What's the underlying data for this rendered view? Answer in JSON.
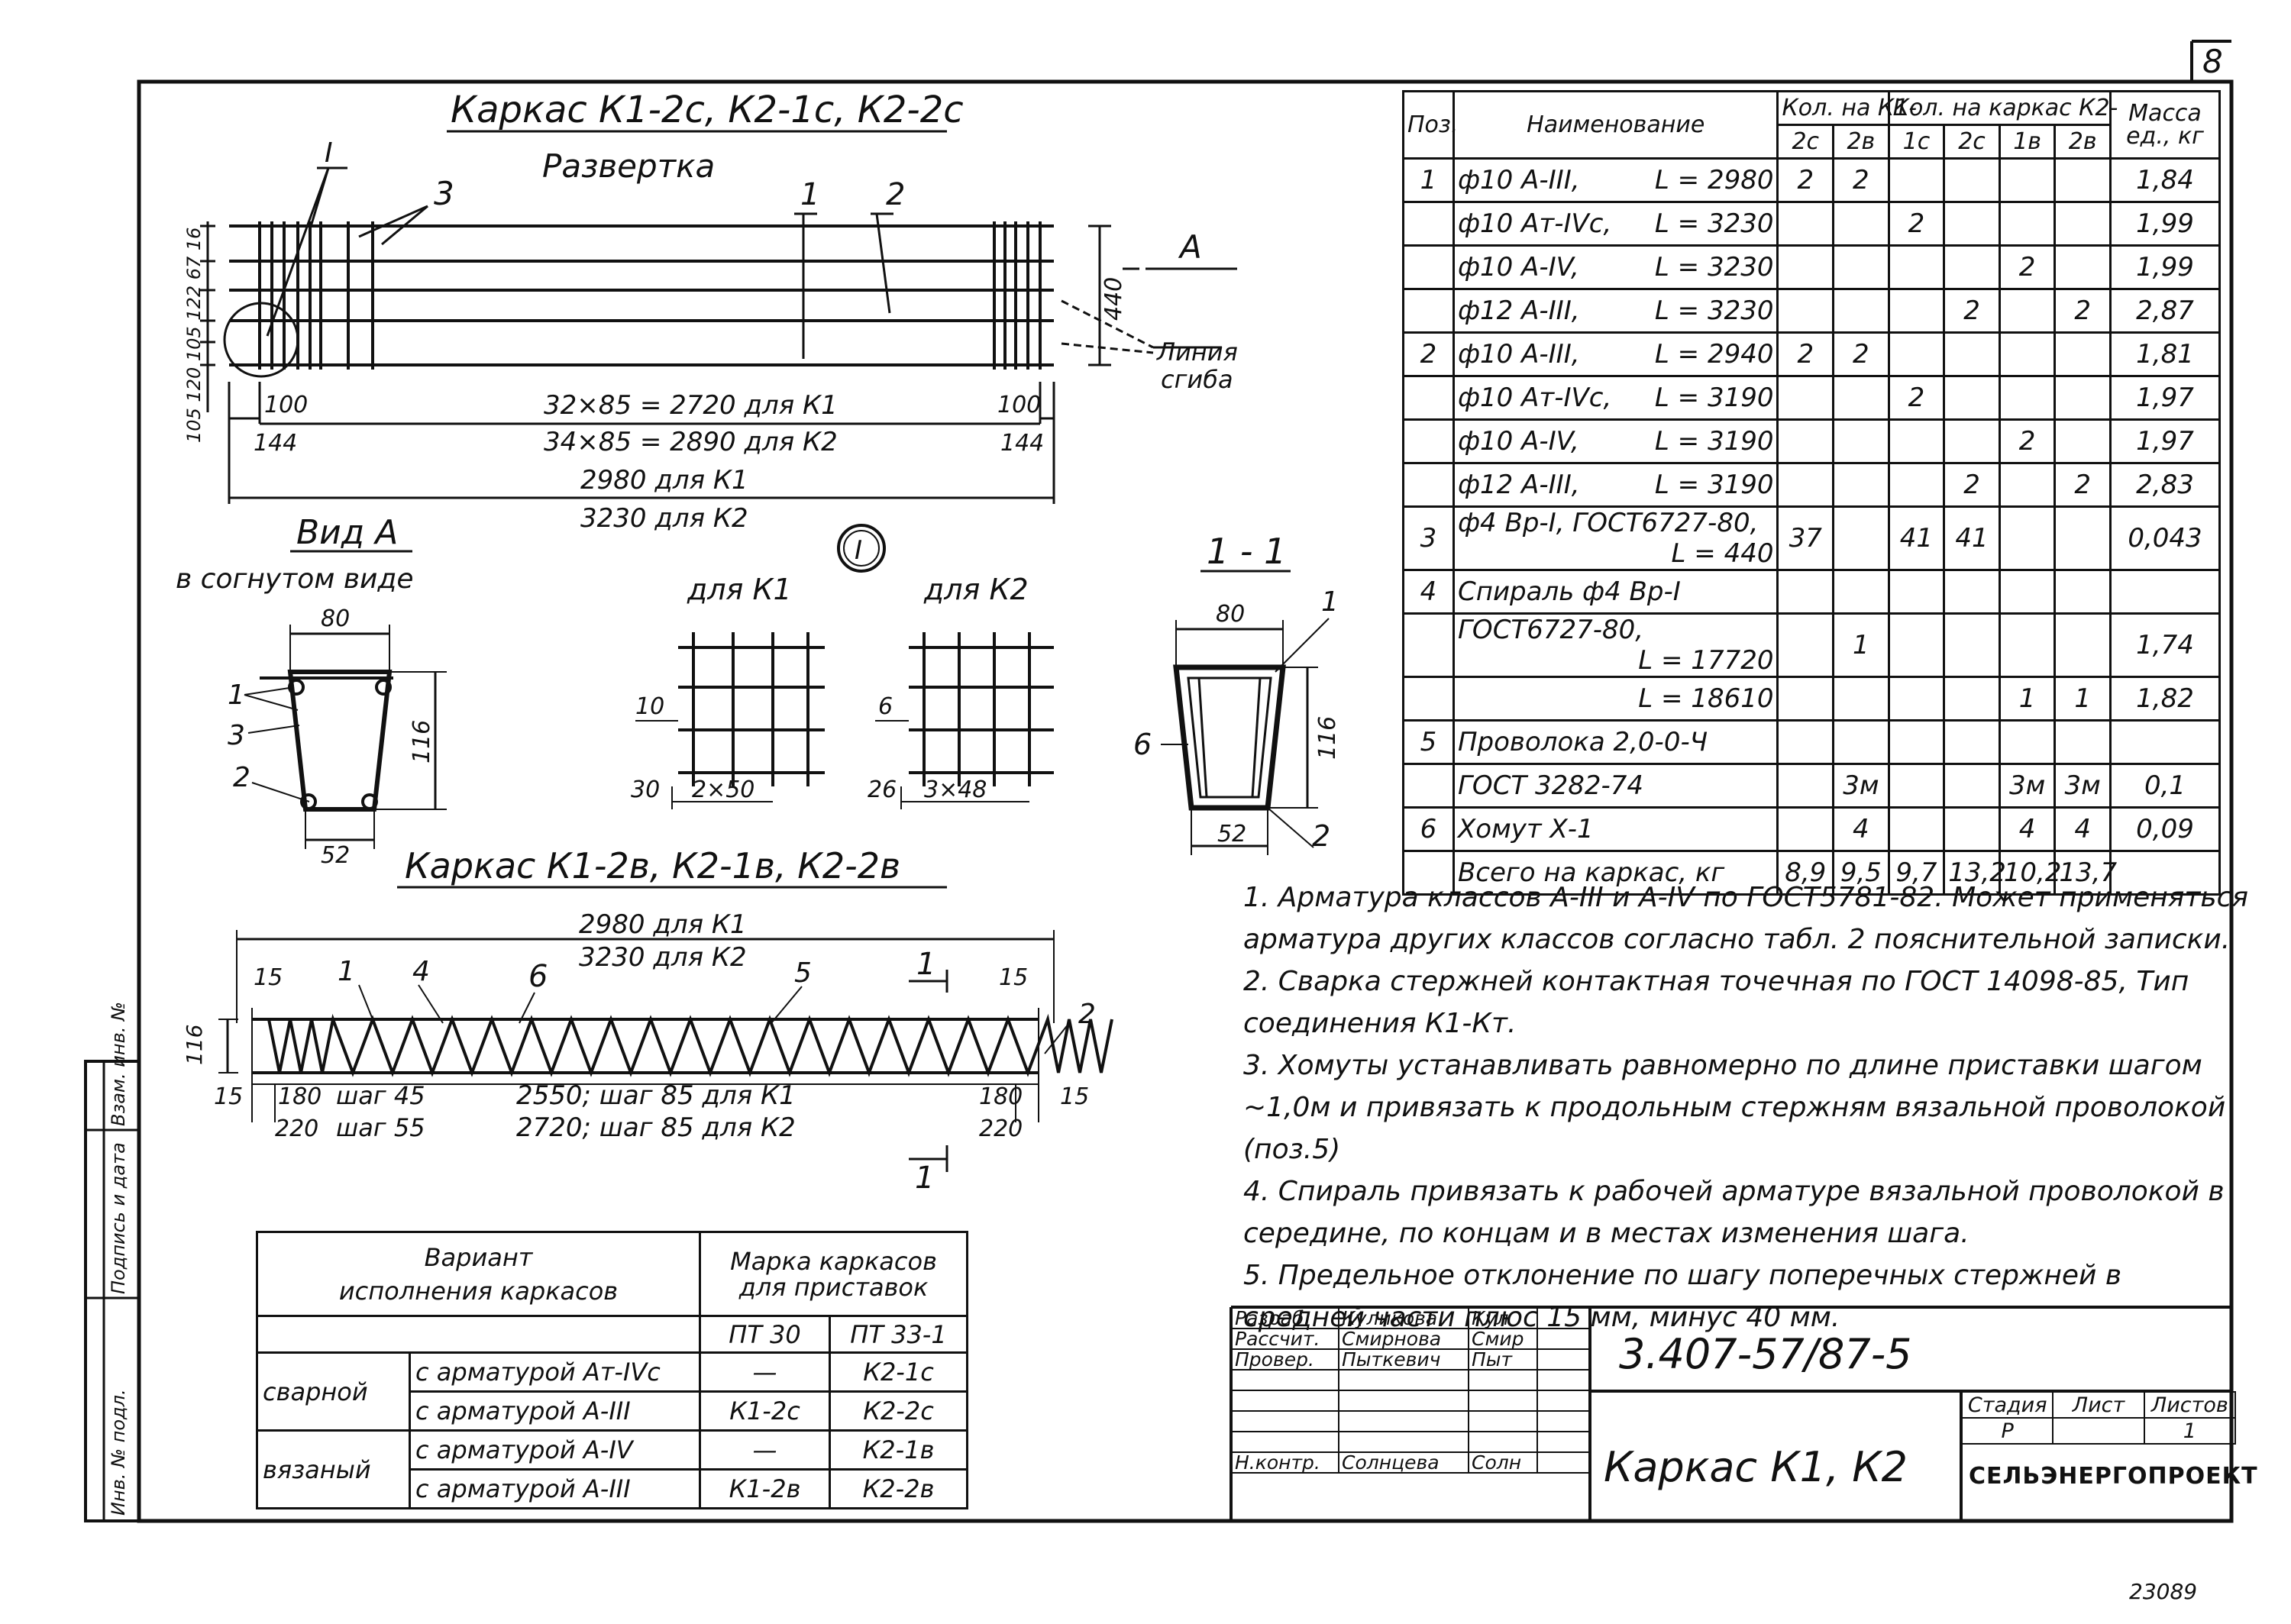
{
  "sheet": {
    "page_number": "8",
    "archive_number": "23089",
    "side_stamp": [
      "Инв. № подл.",
      "Подпись и дата",
      "Взам. инв. №"
    ]
  },
  "drawing1": {
    "title": "Каркас К1-2с, К2-1с, К2-2с",
    "subtitle": "Развертка",
    "callout_I": "I",
    "pos_3": "3",
    "pos_1": "1",
    "pos_2": "2",
    "section_A": "А",
    "bend_line": [
      "Линия",
      "сгиба"
    ],
    "dim_left": "105 120 105 122 67 16",
    "dim_440": "440",
    "dim_100_left": "100",
    "dim_100_right": "100",
    "dim_144_left": "144",
    "dim_144_right": "144",
    "dim_k1_pitch": "32×85 = 2720 для К1",
    "dim_k2_pitch": "34×85 = 2890 для К2",
    "dim_k1_len": "2980 для К1",
    "dim_k2_len": "3230 для К2"
  },
  "viewA": {
    "title": "Вид А",
    "subtitle": "в согнутом виде",
    "dim_80": "80",
    "dim_116": "116",
    "dim_52": "52",
    "pos_1": "1",
    "pos_3": "3",
    "pos_2": "2"
  },
  "detail_I": {
    "callout": "I",
    "for_k1": "для К1",
    "for_k2": "для К2",
    "k1_dim_10": "10",
    "k1_dim_30": "30",
    "k1_dim_2x50": "2×50",
    "k2_dim_6": "6",
    "k2_dim_26": "26",
    "k2_dim_3x48": "3×48"
  },
  "section11": {
    "title": "1 - 1",
    "dim_80": "80",
    "dim_116": "116",
    "dim_52": "52",
    "pos_1": "1",
    "pos_6": "6",
    "pos_2": "2"
  },
  "drawing2": {
    "title": "Каркас К1-2в, К2-1в, К2-2в",
    "dim_k1_len": "2980 для К1",
    "dim_k2_len": "3230 для К2",
    "dim_15_tl": "15",
    "dim_15_tr": "15",
    "pos_1": "1",
    "pos_4": "4",
    "pos_6": "6",
    "pos_5": "5",
    "pos_2": "2",
    "sec_1": "1",
    "sec_1b": "1",
    "dim_116": "116",
    "dim_15_bl": "15",
    "dim_15_br": "15",
    "dim_180_l": "180",
    "dim_220_l": "220",
    "dim_180_r": "180",
    "dim_220_r": "220",
    "step45": "шаг 45",
    "step55": "шаг 55",
    "k1_mid": "2550; шаг 85    для К1",
    "k2_mid": "2720; шаг 85    для К2"
  },
  "spec_table": {
    "h_pos": "Поз.",
    "h_name": "Наименование",
    "h_qty_k1": "Кол. на К1-",
    "h_qty_k2": "Кол. на каркас К2-",
    "h_mass": "Масса ед., кг",
    "h_k1_2c": "2с",
    "h_k1_2v": "2в",
    "h_k2_1c": "1с",
    "h_k2_2c": "2с",
    "h_k2_1v": "1в",
    "h_k2_2v": "2в",
    "rows": [
      {
        "pos": "1",
        "name": "ф10 А-III,",
        "len": "L = 2980",
        "k1_2c": "2",
        "k1_2v": "2",
        "k2_1c": "",
        "k2_2c": "",
        "k2_1v": "",
        "k2_2v": "",
        "mass": "1,84"
      },
      {
        "pos": "",
        "name": "ф10 Ат-IVс,",
        "len": "L = 3230",
        "k1_2c": "",
        "k1_2v": "",
        "k2_1c": "2",
        "k2_2c": "",
        "k2_1v": "",
        "k2_2v": "",
        "mass": "1,99"
      },
      {
        "pos": "",
        "name": "ф10 А-IV,",
        "len": "L = 3230",
        "k1_2c": "",
        "k1_2v": "",
        "k2_1c": "",
        "k2_2c": "",
        "k2_1v": "2",
        "k2_2v": "",
        "mass": "1,99"
      },
      {
        "pos": "",
        "name": "ф12 А-III,",
        "len": "L = 3230",
        "k1_2c": "",
        "k1_2v": "",
        "k2_1c": "",
        "k2_2c": "2",
        "k2_1v": "",
        "k2_2v": "2",
        "mass": "2,87"
      },
      {
        "pos": "2",
        "name": "ф10 А-III,",
        "len": "L = 2940",
        "k1_2c": "2",
        "k1_2v": "2",
        "k2_1c": "",
        "k2_2c": "",
        "k2_1v": "",
        "k2_2v": "",
        "mass": "1,81"
      },
      {
        "pos": "",
        "name": "ф10 Ат-IVс,",
        "len": "L = 3190",
        "k1_2c": "",
        "k1_2v": "",
        "k2_1c": "2",
        "k2_2c": "",
        "k2_1v": "",
        "k2_2v": "",
        "mass": "1,97"
      },
      {
        "pos": "",
        "name": "ф10 А-IV,",
        "len": "L = 3190",
        "k1_2c": "",
        "k1_2v": "",
        "k2_1c": "",
        "k2_2c": "",
        "k2_1v": "2",
        "k2_2v": "",
        "mass": "1,97"
      },
      {
        "pos": "",
        "name": "ф12 А-III,",
        "len": "L = 3190",
        "k1_2c": "",
        "k1_2v": "",
        "k2_1c": "",
        "k2_2c": "2",
        "k2_1v": "",
        "k2_2v": "2",
        "mass": "2,83"
      },
      {
        "pos": "3",
        "name": "ф4 Вр-I, ГОСТ6727-80,",
        "len": "L = 440",
        "k1_2c": "37",
        "k1_2v": "",
        "k2_1c": "41",
        "k2_2c": "41",
        "k2_1v": "",
        "k2_2v": "",
        "mass": "0,043"
      },
      {
        "pos": "4",
        "name": "Спираль ф4 Вр-I",
        "len": "",
        "k1_2c": "",
        "k1_2v": "",
        "k2_1c": "",
        "k2_2c": "",
        "k2_1v": "",
        "k2_2v": "",
        "mass": ""
      },
      {
        "pos": "",
        "name": "ГОСТ6727-80,",
        "len": "L = 17720",
        "k1_2c": "",
        "k1_2v": "1",
        "k2_1c": "",
        "k2_2c": "",
        "k2_1v": "",
        "k2_2v": "",
        "mass": "1,74"
      },
      {
        "pos": "",
        "name": "",
        "len": "L = 18610",
        "k1_2c": "",
        "k1_2v": "",
        "k2_1c": "",
        "k2_2c": "",
        "k2_1v": "1",
        "k2_2v": "1",
        "mass": "1,82"
      },
      {
        "pos": "5",
        "name": "Проволока 2,0-0-Ч",
        "len": "",
        "k1_2c": "",
        "k1_2v": "",
        "k2_1c": "",
        "k2_2c": "",
        "k2_1v": "",
        "k2_2v": "",
        "mass": ""
      },
      {
        "pos": "",
        "name": "ГОСТ 3282-74",
        "len": "",
        "k1_2c": "",
        "k1_2v": "3м",
        "k2_1c": "",
        "k2_2c": "",
        "k2_1v": "3м",
        "k2_2v": "3м",
        "mass": "0,1"
      },
      {
        "pos": "6",
        "name": "Хомут Х-1",
        "len": "",
        "k1_2c": "",
        "k1_2v": "4",
        "k2_1c": "",
        "k2_2c": "",
        "k2_1v": "4",
        "k2_2v": "4",
        "mass": "0,09"
      },
      {
        "pos": "",
        "name": "Всего на каркас, кг",
        "len": "",
        "k1_2c": "8,9",
        "k1_2v": "9,5",
        "k2_1c": "9,7",
        "k2_2c": "13,2",
        "k2_1v": "10,2",
        "k2_2v": "13,7",
        "mass": ""
      }
    ]
  },
  "notes": [
    "1. Арматура классов А-III и А-IV по ГОСТ5781-82. Может применяться арматура других классов согласно табл. 2 пояснительной записки.",
    "2. Сварка стержней контактная точечная по ГОСТ 14098-85, Тип соединения К1-Кт.",
    "3. Хомуты устанавливать равномерно по длине приставки шагом ~1,0м и привязать к продольным стержням вязальной проволокой (поз.5)",
    "4. Спираль привязать к рабочей арматуре вязальной проволокой в середине, по концам и в местах изменения шага.",
    "5. Предельное отклонение по шагу поперечных стержней в средней части плюс 15 мм, минус 40 мм."
  ],
  "variant_table": {
    "h_variant": "Вариант",
    "h_execution": "исполнения каркасов",
    "h_mark": "Марка каркасов для приставок",
    "h_pt30": "ПТ 30",
    "h_pt33": "ПТ 33-1",
    "welded": "сварной",
    "tied": "вязаный",
    "rows": [
      {
        "desc": "с арматурой Ат-IVс",
        "pt30": "—",
        "pt33": "К2-1с"
      },
      {
        "desc": "с арматурой А-III",
        "pt30": "К1-2с",
        "pt33": "К2-2с"
      },
      {
        "desc": "с арматурой А-IV",
        "pt30": "—",
        "pt33": "К2-1в"
      },
      {
        "desc": "с арматурой А-III",
        "pt30": "К1-2в",
        "pt33": "К2-2в"
      }
    ]
  },
  "title_block": {
    "doc_code": "3.407-57/87-5",
    "drawing_name": "Каркас К1, К2",
    "stage_h": "Стадия",
    "sheet_h": "Лист",
    "sheets_h": "Листов",
    "stage_v": "Р",
    "sheet_v": "",
    "sheets_v": "1",
    "org": "СЕЛЬЭНЕРГОПРОЕКТ",
    "roles": [
      {
        "role": "Разраб.",
        "name": "Куликова",
        "sign": "Кул"
      },
      {
        "role": "Рассчит.",
        "name": "Смирнова",
        "sign": "Смир"
      },
      {
        "role": "Провер.",
        "name": "Пыткевич",
        "sign": "Пыт"
      },
      {
        "role": "",
        "name": "",
        "sign": ""
      },
      {
        "role": "",
        "name": "",
        "sign": ""
      },
      {
        "role": "",
        "name": "",
        "sign": ""
      },
      {
        "role": "",
        "name": "",
        "sign": ""
      },
      {
        "role": "Н.контр.",
        "name": "Солнцева",
        "sign": "Солн"
      }
    ]
  }
}
